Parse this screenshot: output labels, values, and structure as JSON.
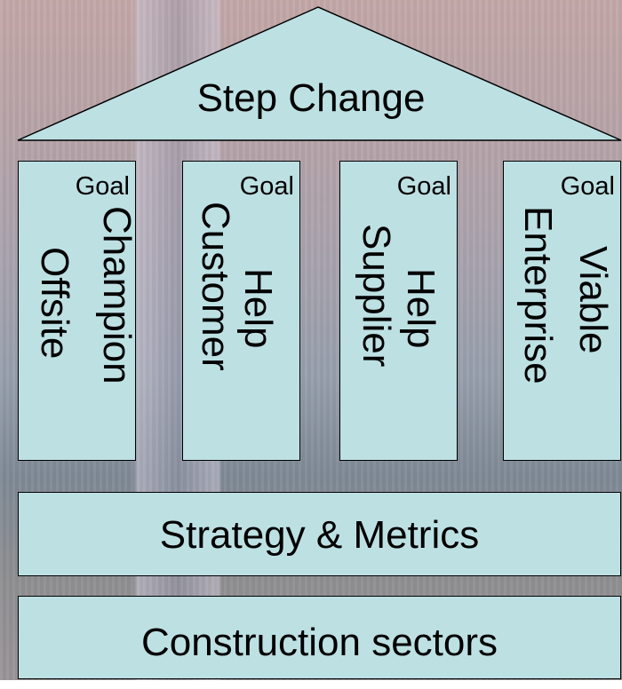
{
  "roof": {
    "title": "Step Change"
  },
  "pillars": [
    {
      "goal": "Goal",
      "line1": "Champion",
      "line2": "Offsite"
    },
    {
      "goal": "Goal",
      "line1": "Help",
      "line2": "Customer"
    },
    {
      "goal": "Goal",
      "line1": "Help",
      "line2": "Supplier"
    },
    {
      "goal": "Goal",
      "line1": "Viable",
      "line2": "Enterprise"
    }
  ],
  "bands": [
    {
      "label": "Strategy & Metrics"
    },
    {
      "label": "Construction sectors"
    }
  ],
  "colors": {
    "fill": "#bde0e3",
    "stroke": "#000000"
  }
}
